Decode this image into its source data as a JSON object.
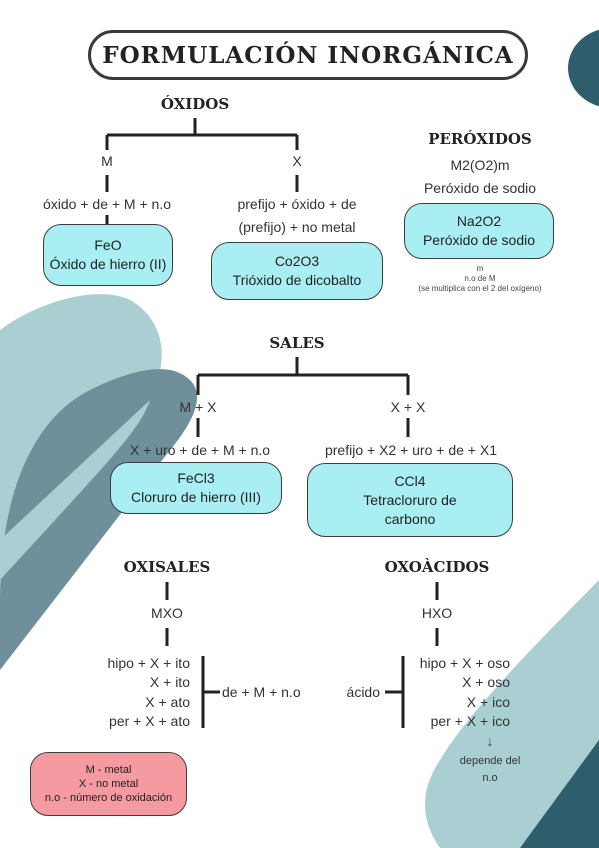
{
  "title": "FORMULACIÓN INORGÁNICA",
  "oxidos": {
    "heading": "ÓXIDOS",
    "left_label": "M",
    "right_label": "X",
    "left_rule": "óxido + de + M + n.o",
    "right_rule_1": "prefijo + óxido + de",
    "right_rule_2": "(prefijo) + no metal",
    "left_example": [
      "FeO",
      "Óxido de hierro (II)"
    ],
    "right_example": [
      "Co2O3",
      "Trióxido de dicobalto"
    ]
  },
  "peroxidos": {
    "heading": "PERÓXIDOS",
    "formula": "M2(O2)m",
    "name": "Peróxido de sodio",
    "example": [
      "Na2O2",
      "Peróxido de sodio"
    ],
    "note_1": "m",
    "note_2": "n.o de M",
    "note_3": "(se multiplica con el 2 del oxígeno)"
  },
  "sales": {
    "heading": "SALES",
    "left_label": "M + X",
    "right_label": "X + X",
    "left_rule": "X + uro + de + M + n.o",
    "right_rule": "prefijo + X2 + uro + de + X1",
    "left_example": [
      "FeCl3",
      "Cloruro de hierro (III)"
    ],
    "right_example": [
      "CCl4",
      "Tetracloruro de",
      "carbono"
    ]
  },
  "oxisales": {
    "heading": "OXISALES",
    "formula": "MXO",
    "rules": [
      "hipo + X + ito",
      "X + ito",
      "X + ato",
      "per + X + ato"
    ],
    "suffix": "de + M + n.o"
  },
  "oxoacidos": {
    "heading": "OXOÀCIDOS",
    "formula": "HXO",
    "prefix": "ácido",
    "rules": [
      "hipo + X + oso",
      "X + oso",
      "X + ico",
      "per + X + ico"
    ],
    "arrow": "↓",
    "note": [
      "depende del",
      "n.o"
    ]
  },
  "legend": [
    "M - metal",
    "X - no metal",
    "n.o - número de oxidación"
  ],
  "colors": {
    "pill": "#a8eef2",
    "legend": "#f59aa0",
    "deco_dark": "#2e5d6b",
    "deco_light": "#a9cfd3",
    "deco_mid": "#6f8f9a"
  }
}
